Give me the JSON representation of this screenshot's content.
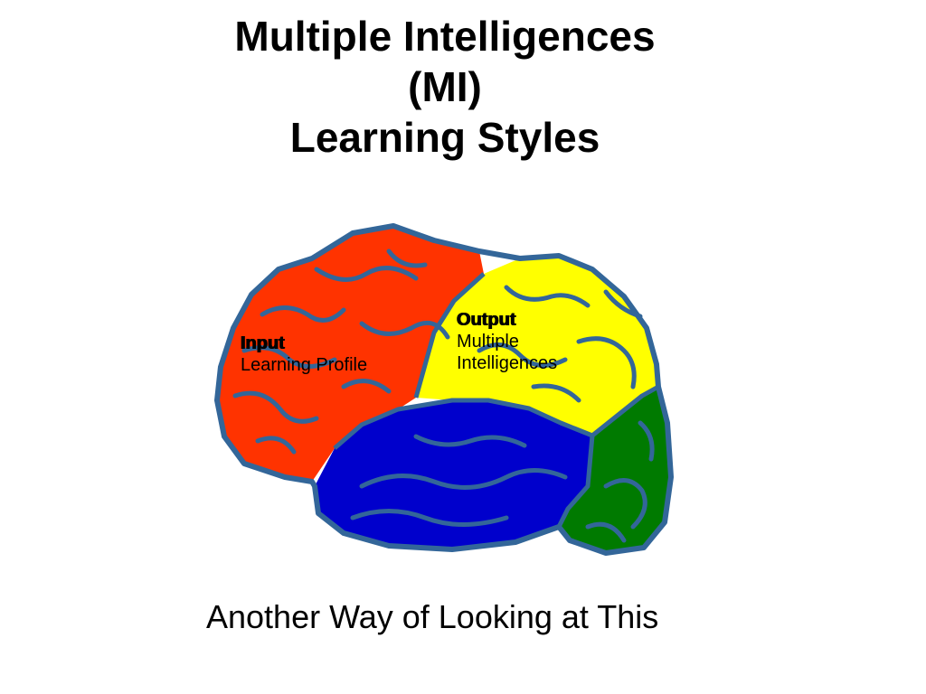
{
  "slide": {
    "title_lines": [
      "Multiple Intelligences",
      "(MI)",
      "Learning Styles"
    ],
    "caption": "Another Way of Looking at This"
  },
  "diagram": {
    "regions": [
      {
        "id": "frontal",
        "color": "#ff3300"
      },
      {
        "id": "parietal",
        "color": "#ffff00"
      },
      {
        "id": "temporal",
        "color": "#0000cc"
      },
      {
        "id": "occipital",
        "color": "#007a00"
      }
    ],
    "outline_color": "#336699",
    "labels": {
      "input": {
        "heading": "Input",
        "sub": "Learning Profile"
      },
      "output": {
        "heading": "Output",
        "sub_lines": [
          "Multiple",
          "Intelligences"
        ]
      }
    }
  }
}
